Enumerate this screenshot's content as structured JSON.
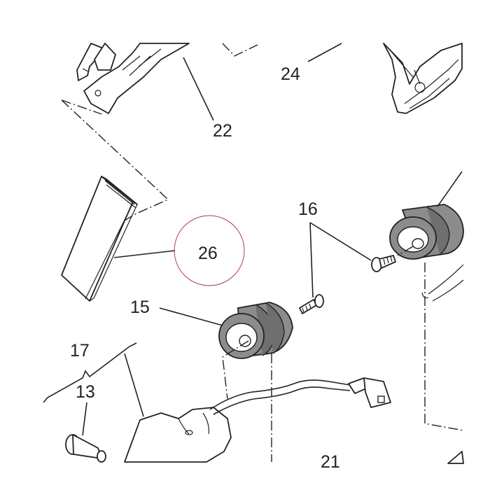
{
  "callouts": {
    "c22": "22",
    "c24": "24",
    "c26": "26",
    "c16": "16",
    "c15": "15",
    "c17": "17",
    "c13": "13",
    "c21": "21"
  },
  "colors": {
    "line": "#222222",
    "highlight_circle": "#b03a5a",
    "rubber_gray": "#8c8c8c"
  }
}
